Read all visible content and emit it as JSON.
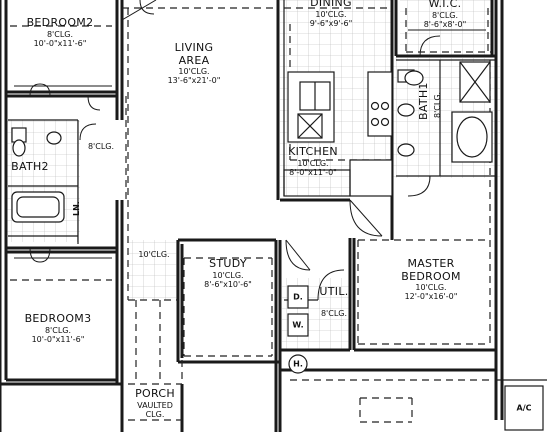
{
  "rooms": {
    "bedroom2": {
      "name": "BEDROOM2",
      "ceiling": "8'CLG.",
      "size": "10'-0\"x11'-6\""
    },
    "bedroom3": {
      "name": "BEDROOM3",
      "ceiling": "8'CLG.",
      "size": "10'-0\"x11'-6\""
    },
    "living": {
      "name_line1": "LIVING",
      "name_line2": "AREA",
      "ceiling": "10'CLG.",
      "size": "13'-6\"x21'-0\""
    },
    "dining": {
      "name": "DINING",
      "ceiling": "10'CLG.",
      "size": "9'-6\"x9'-6\""
    },
    "wic": {
      "name": "W.I.C.",
      "ceiling": "8'CLG.",
      "size": "8'-6\"x8'-0\""
    },
    "bath1": {
      "name": "BATH1",
      "ceiling": "8'CLG."
    },
    "bath2": {
      "name": "BATH2",
      "ceiling": "8'CLG."
    },
    "kitchen": {
      "name": "KITCHEN",
      "ceiling": "10'CLG.",
      "size": "8'-0\"x11'-0\""
    },
    "study": {
      "name": "STUDY",
      "ceiling": "10'CLG.",
      "size": "8'-6\"x10'-6\""
    },
    "util": {
      "name": "UTIL.",
      "ceiling": "8'CLG."
    },
    "master": {
      "name_line1": "MASTER",
      "name_line2": "BEDROOM",
      "ceiling": "10'CLG.",
      "size": "12'-0\"x16'-0\""
    },
    "hall": {
      "ceiling": "10'CLG."
    },
    "porch": {
      "name": "PORCH",
      "ceiling_line1": "VAULTED",
      "ceiling_line2": "CLG."
    }
  },
  "fixtures": {
    "dryer": "D.",
    "washer": "W.",
    "water_heater": "H.",
    "linen": "LN.",
    "ac": "A/C"
  },
  "colors": {
    "wall": "#1a1a1a",
    "dash": "#222222",
    "tile": "#b5b5b5"
  }
}
